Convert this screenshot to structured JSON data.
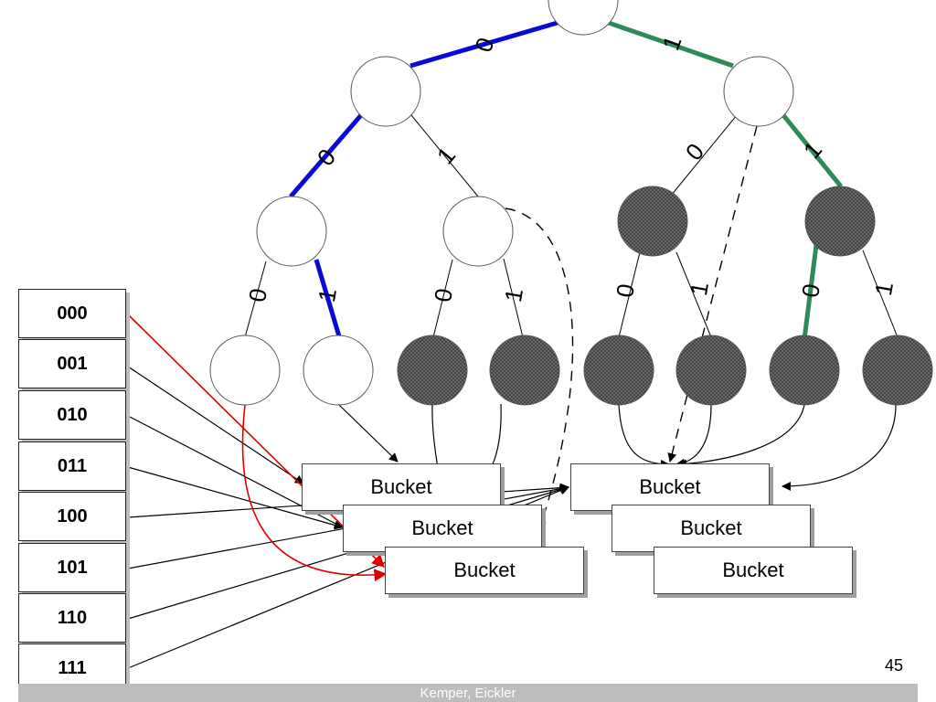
{
  "diagram": {
    "edge_labels": {
      "root_left": "0",
      "root_right": "1",
      "n0_left": "0",
      "n0_right": "1",
      "n1_left": "0",
      "n1_right": "1",
      "n00_left": "0",
      "n00_right": "1",
      "n01_left": "0",
      "n01_right": "1",
      "n10_left": "0",
      "n10_right": "1",
      "n11_left": "0",
      "n11_right": "1"
    },
    "directory": [
      "000",
      "001",
      "010",
      "011",
      "100",
      "101",
      "110",
      "111"
    ],
    "buckets": [
      "Bucket",
      "Bucket",
      "Bucket",
      "Bucket",
      "Bucket",
      "Bucket"
    ],
    "colors": {
      "blue_path": "#0a0ad6",
      "green_path": "#2e8b57",
      "red_path": "#e00000",
      "filled_node": "#3a3a3a"
    }
  },
  "footer": {
    "author": "Kemper, Eickler",
    "page_number": "45"
  }
}
